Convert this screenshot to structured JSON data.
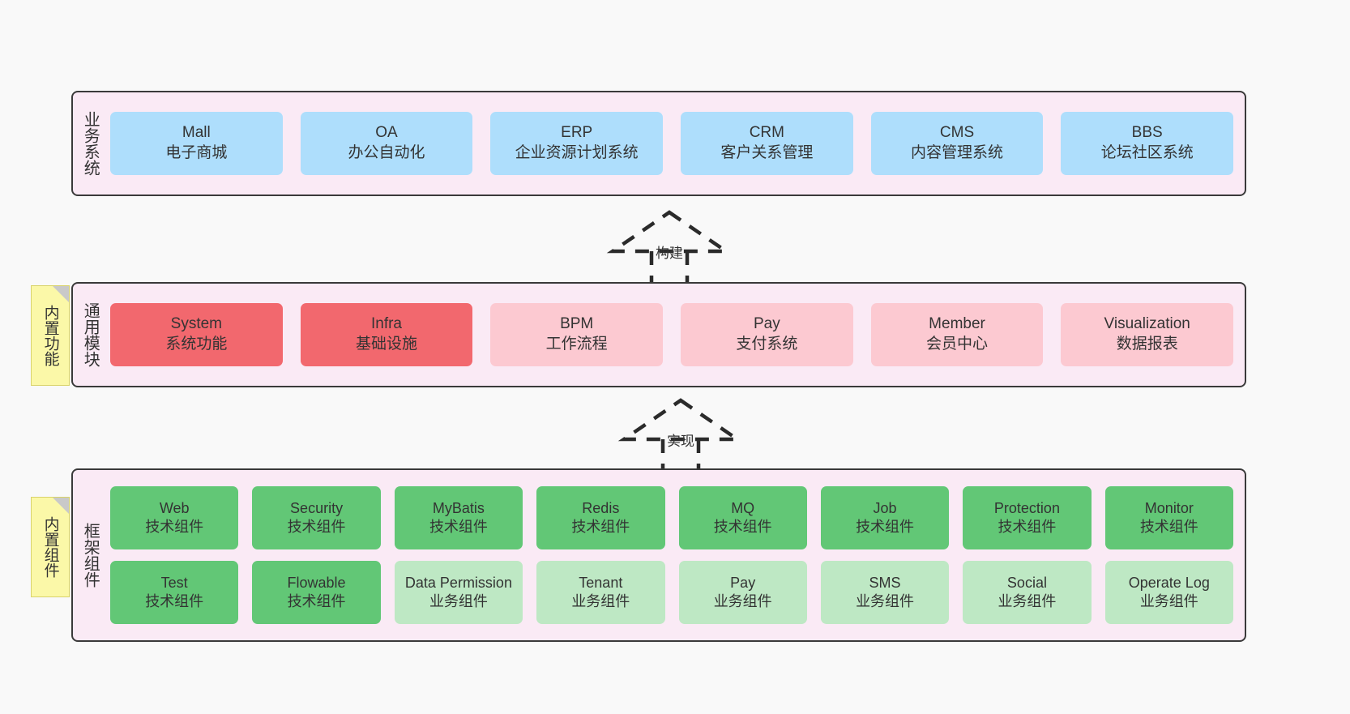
{
  "diagram": {
    "title_bands": {
      "business": "业务系统",
      "modules": "通用模块",
      "framework": "框架组件"
    },
    "notes": [
      {
        "name": "builtin-function",
        "text": "内置功能"
      },
      {
        "name": "builtin-component",
        "text": "内置组件"
      }
    ],
    "connectors": [
      {
        "name": "build",
        "label": "构建"
      },
      {
        "name": "implement",
        "label": "实现"
      }
    ],
    "business_systems": [
      {
        "en": "Mall",
        "cn": "电子商城"
      },
      {
        "en": "OA",
        "cn": "办公自动化"
      },
      {
        "en": "ERP",
        "cn": "企业资源计划系统"
      },
      {
        "en": "CRM",
        "cn": "客户关系管理"
      },
      {
        "en": "CMS",
        "cn": "内容管理系统"
      },
      {
        "en": "BBS",
        "cn": "论坛社区系统"
      }
    ],
    "common_modules": [
      {
        "en": "System",
        "cn": "系统功能",
        "tone": "strong"
      },
      {
        "en": "Infra",
        "cn": "基础设施",
        "tone": "strong"
      },
      {
        "en": "BPM",
        "cn": "工作流程",
        "tone": "light"
      },
      {
        "en": "Pay",
        "cn": "支付系统",
        "tone": "light"
      },
      {
        "en": "Member",
        "cn": "会员中心",
        "tone": "light"
      },
      {
        "en": "Visualization",
        "cn": "数据报表",
        "tone": "light"
      }
    ],
    "framework_row1": [
      {
        "en": "Web",
        "cn": "技术组件"
      },
      {
        "en": "Security",
        "cn": "技术组件"
      },
      {
        "en": "MyBatis",
        "cn": "技术组件"
      },
      {
        "en": "Redis",
        "cn": "技术组件"
      },
      {
        "en": "MQ",
        "cn": "技术组件"
      },
      {
        "en": "Job",
        "cn": "技术组件"
      },
      {
        "en": "Protection",
        "cn": "技术组件"
      },
      {
        "en": "Monitor",
        "cn": "技术组件"
      }
    ],
    "framework_row2": [
      {
        "en": "Test",
        "cn": "技术组件",
        "tone": "strong"
      },
      {
        "en": "Flowable",
        "cn": "技术组件",
        "tone": "strong"
      },
      {
        "en": "Data Permission",
        "cn": "业务组件",
        "tone": "light"
      },
      {
        "en": "Tenant",
        "cn": "业务组件",
        "tone": "light"
      },
      {
        "en": "Pay",
        "cn": "业务组件",
        "tone": "light"
      },
      {
        "en": "SMS",
        "cn": "业务组件",
        "tone": "light"
      },
      {
        "en": "Social",
        "cn": "业务组件",
        "tone": "light"
      },
      {
        "en": "Operate Log",
        "cn": "业务组件",
        "tone": "light"
      }
    ],
    "colors": {
      "background": "#F9F9F9",
      "band_fill": "#FAEAF5",
      "band_border": "#3A3A3A",
      "blue": "#AEDEFC",
      "red": "#F2686E",
      "pink": "#FCC9D1",
      "green": "#62C776",
      "light_green": "#BEE8C4",
      "note_fill": "#FBF8A8"
    }
  }
}
